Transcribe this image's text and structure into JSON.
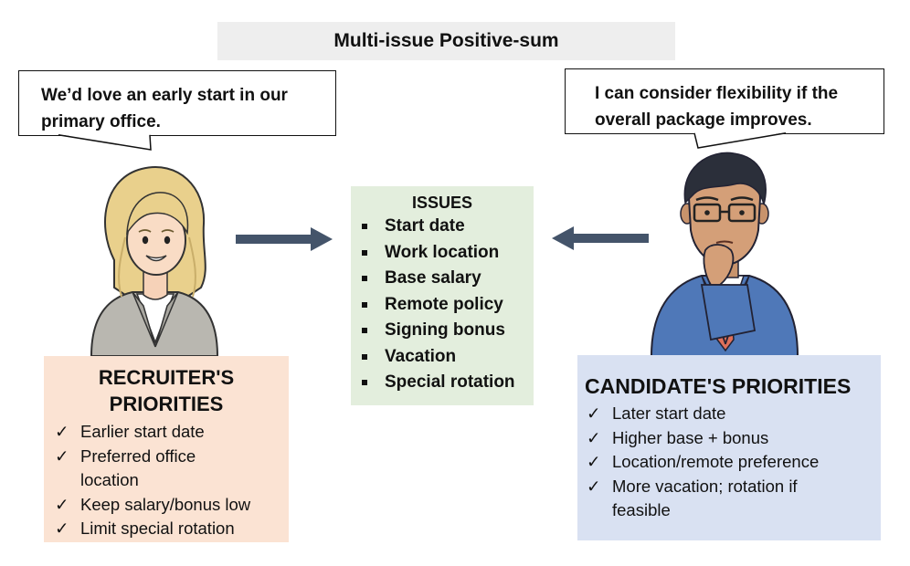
{
  "title": "Multi-issue Positive-sum",
  "recruiter_bubble": {
    "line1": "We’d love an early start in our",
    "line2": "primary office."
  },
  "candidate_bubble": {
    "line1": "I can consider flexibility if the",
    "line2": "overall package improves."
  },
  "issues": {
    "title": "ISSUES",
    "items": [
      "Start date",
      "Work location",
      "Base salary",
      "Remote policy",
      "Signing bonus",
      "Vacation",
      "Special rotation"
    ]
  },
  "recruiter": {
    "title_line1": "RECRUITER'S",
    "title_line2": "PRIORITIES",
    "items": [
      {
        "line1": "Earlier start date",
        "line2": ""
      },
      {
        "line1": "Preferred office",
        "line2": "location"
      },
      {
        "line1": "Keep salary/bonus low",
        "line2": ""
      },
      {
        "line1": "Limit special rotation",
        "line2": ""
      }
    ]
  },
  "candidate": {
    "title": "CANDIDATE'S PRIORITIES",
    "items": [
      {
        "line1": "Later start date",
        "line2": ""
      },
      {
        "line1": "Higher base + bonus",
        "line2": ""
      },
      {
        "line1": "Location/remote preference",
        "line2": ""
      },
      {
        "line1": "More vacation; rotation if",
        "line2": "feasible"
      }
    ]
  },
  "check_symbol": "✓",
  "colors": {
    "title_bg": "#eeeeee",
    "issues_bg": "#e3eedd",
    "recruiter_bg": "#fbe3d3",
    "candidate_bg": "#d9e1f2",
    "arrow": "#44546a"
  }
}
